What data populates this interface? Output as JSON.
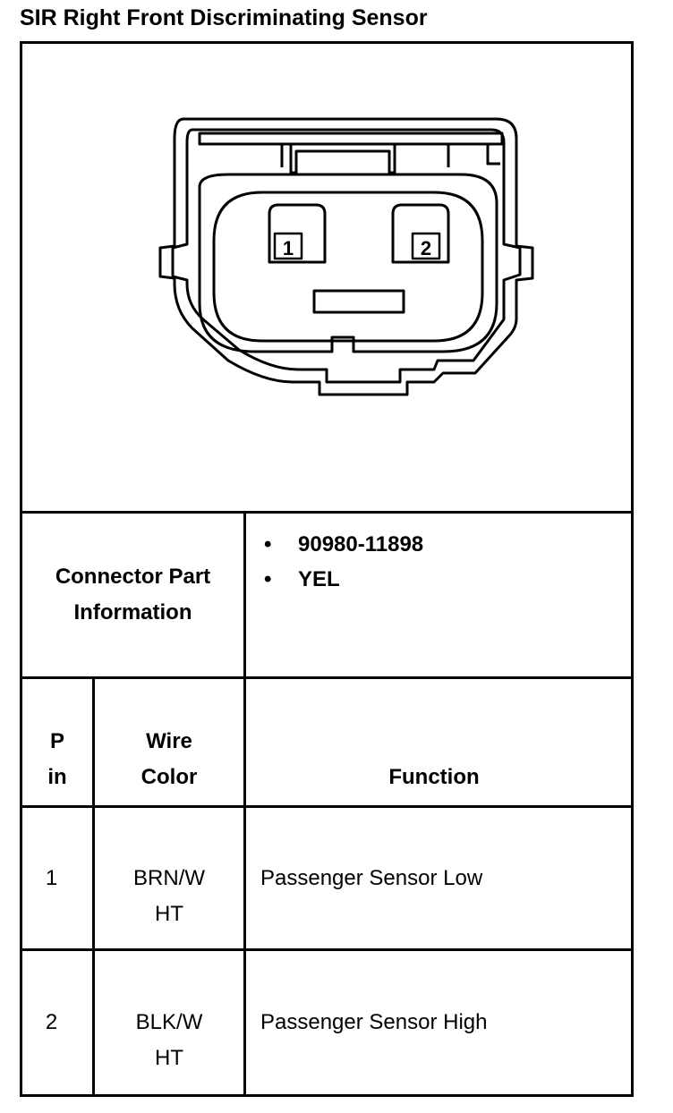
{
  "title": "SIR Right Front Discriminating Sensor",
  "connector": {
    "pin_labels": [
      "1",
      "2"
    ]
  },
  "part_info": {
    "label_line1": "Connector Part",
    "label_line2": "Information",
    "items": [
      "90980-11898",
      "YEL"
    ]
  },
  "table": {
    "headers": {
      "pin_line1": "P",
      "pin_line2": "in",
      "wire_line1": "Wire",
      "wire_line2": "Color",
      "function": "Function"
    },
    "rows": [
      {
        "pin": "1",
        "wire_line1": "BRN/W",
        "wire_line2": "HT",
        "function": "Passenger Sensor Low"
      },
      {
        "pin": "2",
        "wire_line1": "BLK/W",
        "wire_line2": "HT",
        "function": "Passenger Sensor High"
      }
    ]
  }
}
